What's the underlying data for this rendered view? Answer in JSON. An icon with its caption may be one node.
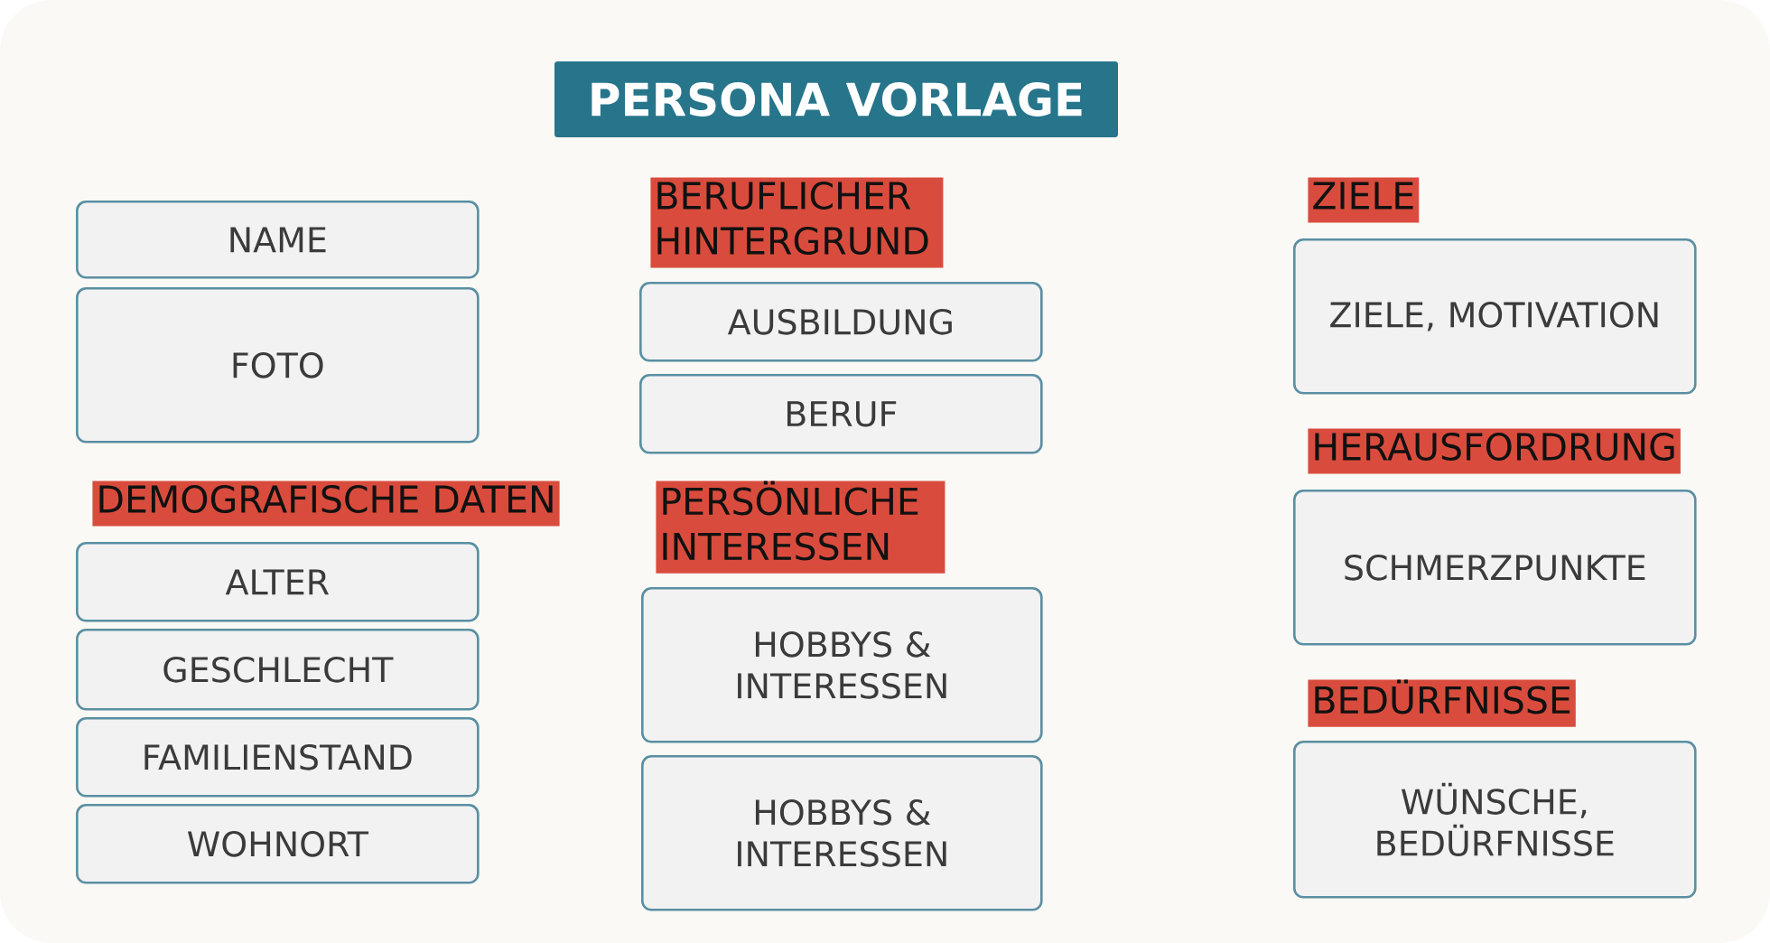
{
  "diagram": {
    "title": "PERSONA VORLAGE",
    "nodes": [
      {
        "text": [
          "NAME"
        ]
      },
      {
        "text": [
          "FOTO"
        ]
      },
      {
        "text": [
          "DEMOGRAFISCHE DATEN"
        ]
      },
      {
        "text": [
          "ALTER"
        ]
      },
      {
        "text": [
          "GESCHLECHT"
        ]
      },
      {
        "text": [
          "FAMILIENSTAND"
        ]
      },
      {
        "text": [
          "WOHNORT"
        ]
      },
      {
        "text": [
          "BERUFLICHER HINTERGRUND"
        ]
      },
      {
        "text": [
          "AUSBILDUNG"
        ]
      },
      {
        "text": [
          "BERUF"
        ]
      },
      {
        "text": [
          "PERSÖNLICHE INTERESSEN"
        ]
      },
      {
        "text": [
          "HOBBYS & INTERESSEN"
        ]
      },
      {
        "text": [
          "HOBBYS & INTERESSEN"
        ]
      },
      {
        "text": [
          "ZIELE"
        ]
      },
      {
        "text": [
          "ZIELE, MOTIVATION"
        ]
      },
      {
        "text": [
          "HERAUSFORDRUNG"
        ]
      },
      {
        "text": [
          "SCHMERZPUNKTE"
        ]
      },
      {
        "text": [
          "BEDÜRFNISSE"
        ]
      },
      {
        "text": [
          "WÜNSCHE, BEDÜRFNISSE"
        ]
      }
    ]
  }
}
